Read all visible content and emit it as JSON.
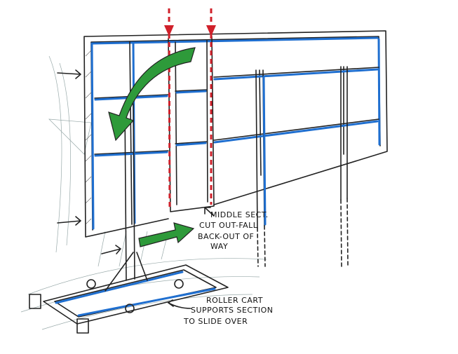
{
  "annotations": {
    "middle_section": [
      "MIDDLE SECT.",
      "CUT OUT-FALL",
      "BACK-OUT OF",
      "WAY"
    ],
    "roller_cart": [
      "ROLLER CART",
      "SUPPORTS SECTION",
      "TO SLIDE OVER"
    ]
  },
  "colors": {
    "frame_highlight": "#1f6fd0",
    "cut_line": "#d0202a",
    "motion_arrow": "#2e9a3a",
    "ink": "#222222"
  }
}
